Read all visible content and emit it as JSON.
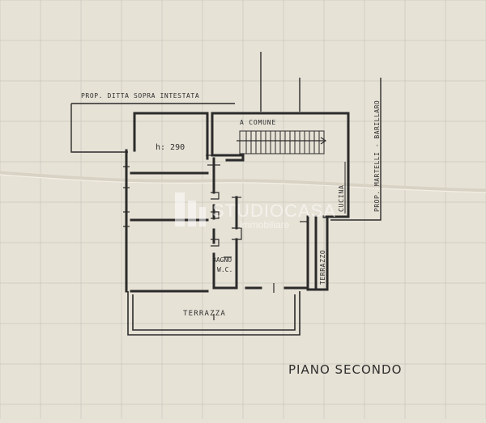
{
  "paper_color": "#e7e2d6",
  "grid_color": "#c7c6bd",
  "ink_color": "#2b2b2b",
  "labels": {
    "owner_top": "PROP. DITTA SOPRA INTESTATA",
    "owner_right": "PROP. MARTELLI - BARILLARO",
    "height": "h: 290",
    "stairs": "A COMUNE",
    "kitchen": "CUCINA",
    "terrace_small": "TERRAZZO",
    "bathroom_1": "BAGNO",
    "bathroom_2": "W.C.",
    "terrace": "TERRAZZA",
    "floor_title": "PIANO SECONDO"
  },
  "watermark": {
    "name": "STUDIOCASA",
    "sub": "immobiliare"
  },
  "icons": [
    "stair-arrow-icon",
    "studiocasa-logo-icon"
  ]
}
